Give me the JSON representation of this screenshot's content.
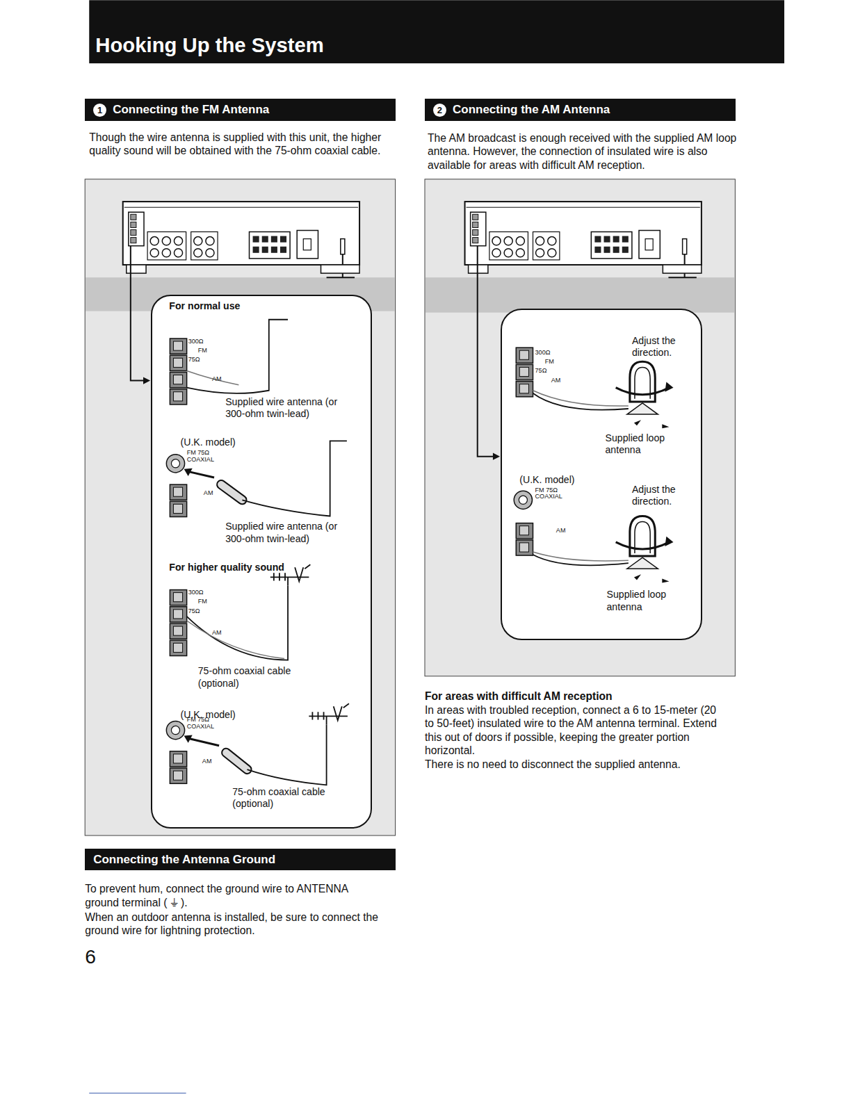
{
  "diagram": {
    "title": "Hooking Up the System",
    "nodes": [
      {
        "text": [
          "1",
          "Connecting the FM Antenna"
        ]
      },
      {
        "text": [
          "2",
          "Connecting the AM Antenna"
        ]
      },
      {
        "text": [
          "For normal use",
          "Supplied wire antenna (or 300-ohm twin-lead)",
          "(U.K. model)",
          "Supplied wire antenna (or 300-ohm twin-lead)",
          "For higher quality sound",
          "75-ohm coaxial cable (optional)",
          "(U.K. model)",
          "75-ohm coaxial cable (optional)"
        ]
      },
      {
        "text": [
          "Adjust the direction.",
          "Supplied loop antenna",
          "(U.K. model)",
          "Adjust the direction.",
          "Supplied loop antenna"
        ]
      },
      {
        "text": [
          "Connecting the Antenna Ground"
        ]
      }
    ],
    "labels": [
      "Though the wire antenna is supplied with this unit, the higher quality sound will be obtained with the 75-ohm coaxial cable.",
      "The AM broadcast is enough received with the supplied AM loop antenna. However, the connection of insulated wire is also available for areas with difficult AM reception.",
      "For areas with difficult AM reception",
      "In areas with troubled reception, connect a 6 to 15-meter (20 to 50-feet) insulated wire to the AM antenna terminal. Extend this out of doors if possible, keeping the greater portion horizontal.",
      "There is no need to disconnect the supplied antenna.",
      "To prevent hum, connect the ground wire to ANTENNA ground terminal ( ⏚ ).",
      "When an outdoor antenna is installed, be sure to connect the ground wire for lightning protection.",
      "6",
      "300Ω",
      "FM",
      "75Ω",
      "AM",
      "FM 75Ω COAXIAL",
      "AM",
      "300Ω",
      "FM",
      "75Ω",
      "AM",
      "FM 75Ω COAXIAL",
      "AM",
      "300Ω",
      "FM",
      "75Ω",
      "AM",
      "FM 75Ω COAXIAL",
      "AM"
    ]
  }
}
